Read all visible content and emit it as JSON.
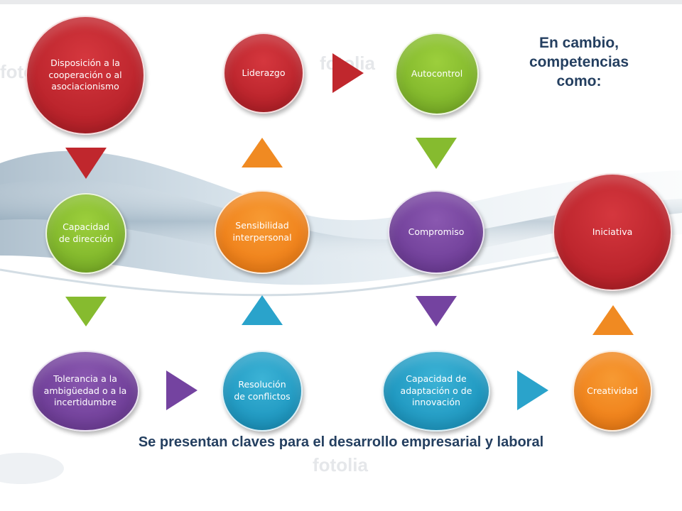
{
  "heading": "En cambio, competencias como:",
  "footer": "Se presentan claves para el desarrollo empresarial y laboral",
  "watermark": "fotolia",
  "colors": {
    "red": "#b8222a",
    "green": "#7fb52a",
    "purple": "#6f3e98",
    "orange": "#ef8019",
    "blue": "#1e97c0",
    "heading_text": "#243f60"
  },
  "nodes": {
    "disposicion": "Disposición a la cooperación o al asociacionismo",
    "capacidad_direccion": "Capacidad de dirección",
    "tolerancia": "Tolerancia a la ambigüedad o a la incertidumbre",
    "resolucion": "Resolución de conflictos",
    "sensibilidad": "Sensibilidad interpersonal",
    "liderazgo": "Liderazgo",
    "autocontrol": "Autocontrol",
    "compromiso": "Compromiso",
    "adaptacion": "Capacidad de adaptación o de innovación",
    "creatividad": "Creatividad",
    "iniciativa": "Iniciativa"
  }
}
